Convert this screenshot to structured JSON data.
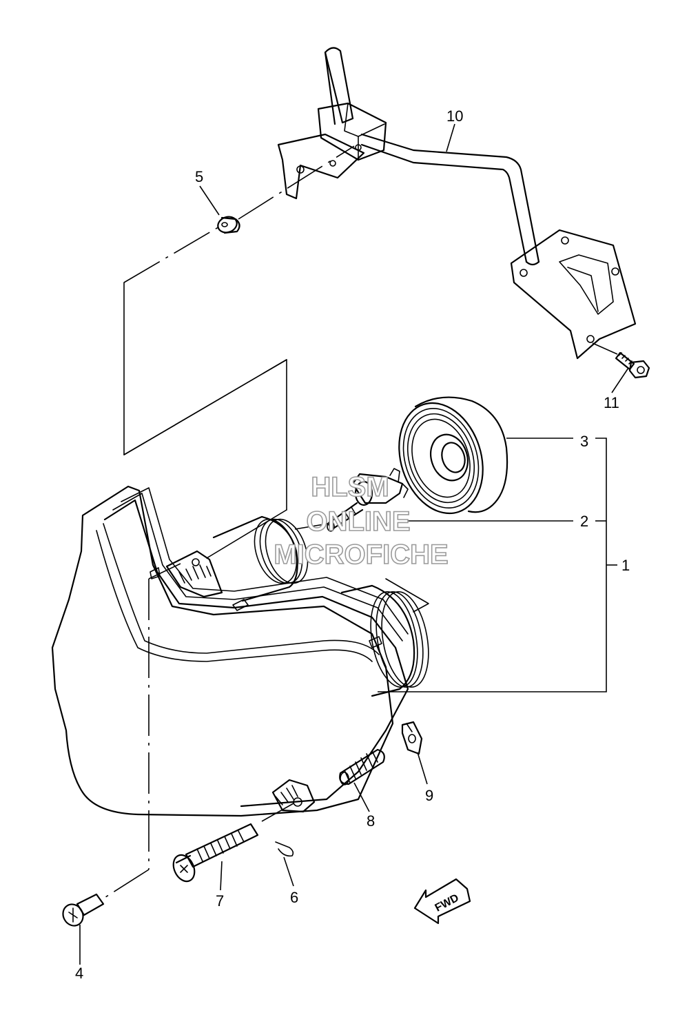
{
  "callouts": [
    "1",
    "2",
    "3",
    "4",
    "5",
    "6",
    "7",
    "8",
    "9",
    "10",
    "11"
  ],
  "watermark": {
    "line1": "HLSM",
    "line2": "ONLINE",
    "line3": "MICROFICHE"
  },
  "fwd_label": "FWD"
}
